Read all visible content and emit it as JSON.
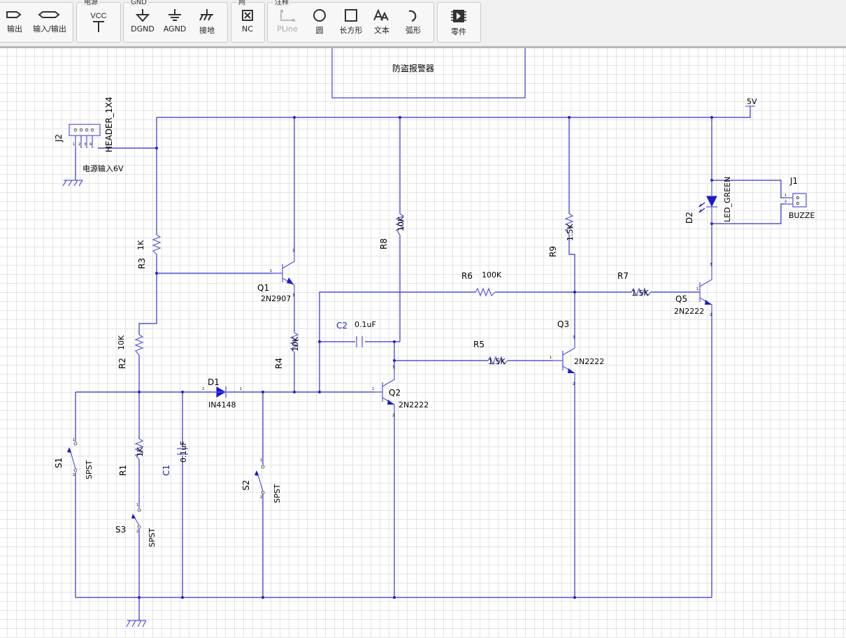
{
  "toolbar": {
    "groups": {
      "power": "电源",
      "gnd": "GND",
      "net": "网",
      "annot": "注释"
    },
    "tools": {
      "output": "输出",
      "inout": "输入/输出",
      "vcc_icon_text": "VCC",
      "dgnd": "DGND",
      "agnd": "AGND",
      "ground": "接地",
      "nc": "NC",
      "pline": "PLine",
      "circle": "圆",
      "rect": "长方形",
      "text": "文本",
      "arc": "弧形",
      "part": "零件"
    }
  },
  "schematic": {
    "title": "防盗报警器",
    "supply": "5V",
    "power_note": "电源输入6V",
    "components": {
      "J2": {
        "ref": "J2",
        "value": "HEADER_1X4"
      },
      "J1": {
        "ref": "J1",
        "value": "BUZZE"
      },
      "D2": {
        "ref": "D2",
        "value": "LED_GREEN"
      },
      "D1": {
        "ref": "D1",
        "value": "IN4148"
      },
      "R1": {
        "ref": "R1",
        "value": "1K"
      },
      "R2": {
        "ref": "R2",
        "value": "10K"
      },
      "R3": {
        "ref": "R3",
        "value": "1K"
      },
      "R4": {
        "ref": "R4",
        "value": "10K"
      },
      "R5": {
        "ref": "R5",
        "value": "1.5K"
      },
      "R6": {
        "ref": "R6",
        "value": "100K"
      },
      "R7": {
        "ref": "R7",
        "value": "1.5K"
      },
      "R8": {
        "ref": "R8",
        "value": "10K"
      },
      "R9": {
        "ref": "R9",
        "value": "1.5K"
      },
      "C1": {
        "ref": "C1",
        "value": "0.1uF"
      },
      "C2": {
        "ref": "C2",
        "value": "0.1uF"
      },
      "Q1": {
        "ref": "Q1",
        "value": "2N2907"
      },
      "Q2": {
        "ref": "Q2",
        "value": "2N2222"
      },
      "Q3": {
        "ref": "Q3",
        "value": "2N2222"
      },
      "Q5": {
        "ref": "Q5",
        "value": "2N2222"
      },
      "S1": {
        "ref": "S1",
        "value": "SPST"
      },
      "S2": {
        "ref": "S2",
        "value": "SPST"
      },
      "S3": {
        "ref": "S3",
        "value": "SPST"
      }
    }
  }
}
